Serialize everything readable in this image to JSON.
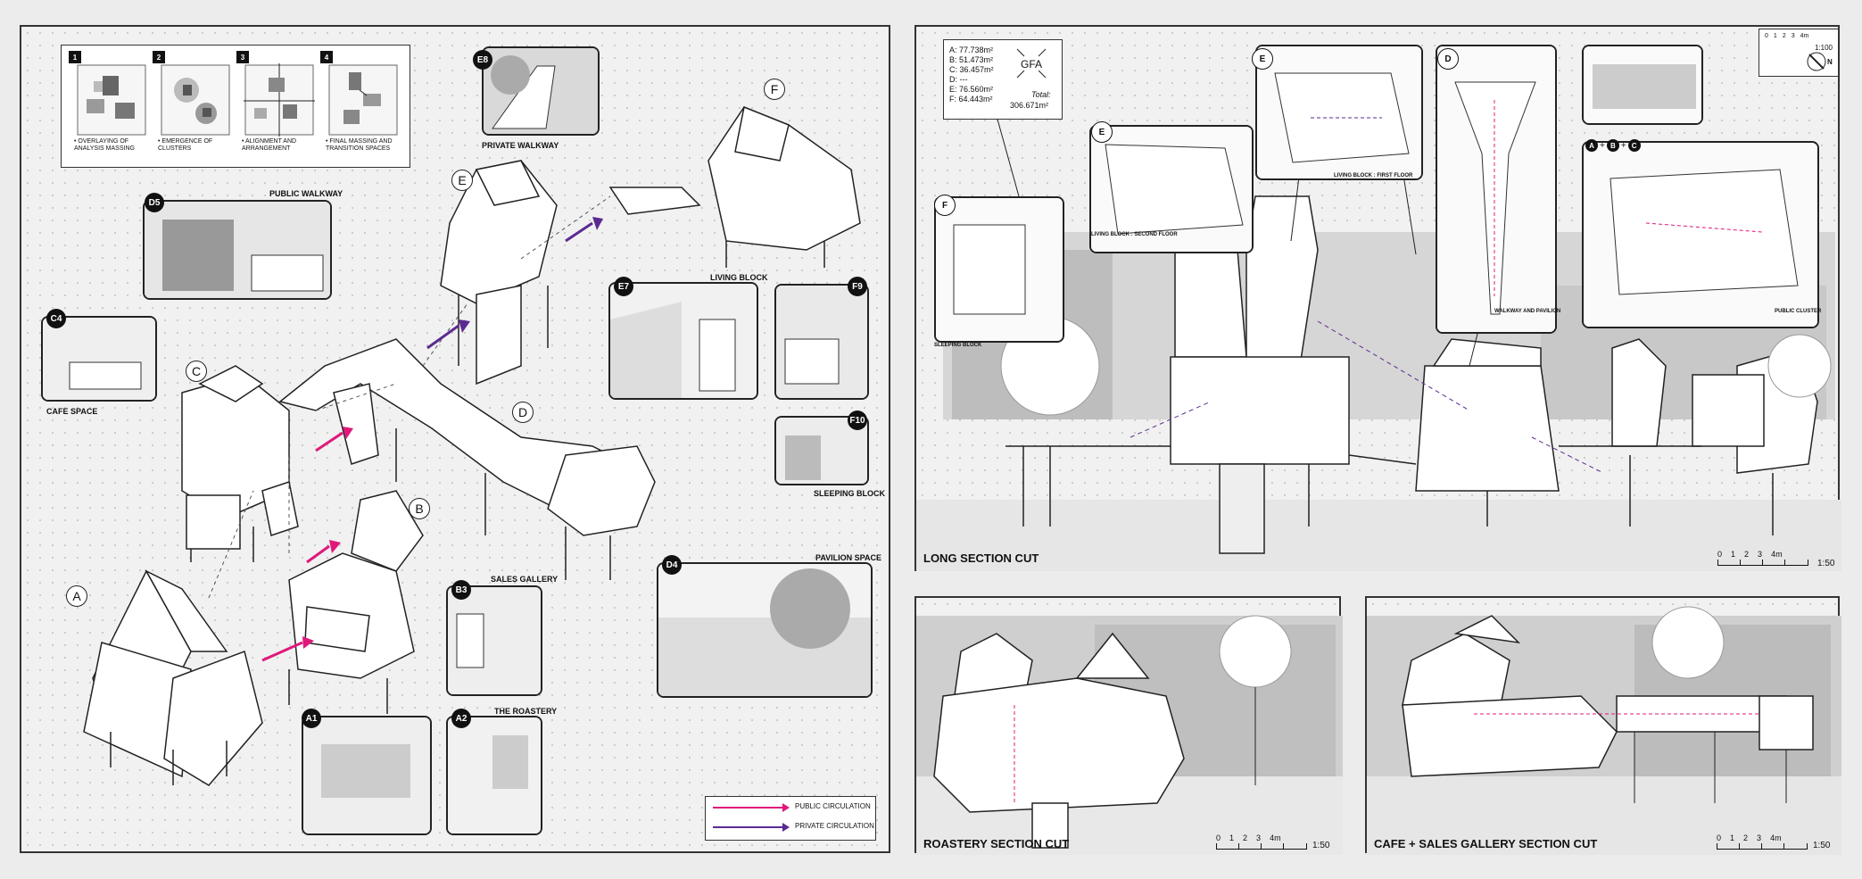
{
  "massing": {
    "steps": [
      {
        "num": "1",
        "caption": "• OVERLAYING OF\nANALYSIS MASSING"
      },
      {
        "num": "2",
        "caption": "• EMERGENCE OF\nCLUSTERS"
      },
      {
        "num": "3",
        "caption": "• ALIGNMENT AND\nARRANGEMENT"
      },
      {
        "num": "4",
        "caption": "• FINAL MASSING AND\nTRANSITION SPACES"
      }
    ]
  },
  "blocks": [
    "A",
    "B",
    "C",
    "D",
    "E",
    "F"
  ],
  "callouts_left": {
    "e8": {
      "badge": "E8",
      "title": "PRIVATE WALKWAY"
    },
    "d5": {
      "badge": "D5",
      "title": "PUBLIC WALKWAY"
    },
    "c4": {
      "badge": "C4",
      "title": "CAFE SPACE"
    },
    "e7": {
      "badge": "E7",
      "title": "LIVING BLOCK"
    },
    "f9": {
      "badge": "F9"
    },
    "f10": {
      "badge": "F10",
      "title": "SLEEPING BLOCK"
    },
    "d4": {
      "badge": "D4",
      "title": "PAVILION SPACE"
    },
    "b3": {
      "badge": "B3",
      "title": "SALES GALLERY"
    },
    "a1": {
      "badge": "A1"
    },
    "a2": {
      "badge": "A2",
      "title": "THE ROASTERY"
    }
  },
  "legend": {
    "public": {
      "label": "PUBLIC CIRCULATION",
      "color": "#e0187a"
    },
    "private": {
      "label": "PRIVATE CIRCULATION",
      "color": "#5b2a91"
    }
  },
  "gfa": {
    "icon_label": "GFA",
    "rows": [
      "A: 77.738m²",
      "B: 51.473m²",
      "C: 36.457m²",
      "D: ---",
      "E: 76.560m²",
      "F: 64.443m²"
    ],
    "total_label": "Total:",
    "total_value": "306.671m²"
  },
  "callouts_right": {
    "e_first": {
      "badge": "E",
      "title": "LIVING BLOCK : FIRST FLOOR"
    },
    "e_second": {
      "badge": "E",
      "title": "LIVING BLOCK : SECOND FLOOR"
    },
    "f": {
      "badge": "F",
      "title": "SLEEPING BLOCK"
    },
    "d": {
      "badge": "D",
      "title": "WALKWAY AND PAVILION"
    },
    "abc": {
      "a": "A",
      "plus1": "+",
      "b": "B",
      "plus2": "+",
      "c": "C",
      "title": "PUBLIC CLUSTER"
    }
  },
  "sections": {
    "long": {
      "title": "LONG SECTION CUT",
      "scale": "1:50"
    },
    "roastery": {
      "title": "ROASTERY SECTION CUT",
      "scale": "1:50"
    },
    "cafe": {
      "title": "CAFE + SALES GALLERY SECTION CUT",
      "scale": "1:50"
    }
  },
  "scale_ticks": [
    "0",
    "1",
    "2",
    "3",
    "4m"
  ],
  "plan_scale": {
    "ratio": "1:100",
    "north": "N"
  }
}
